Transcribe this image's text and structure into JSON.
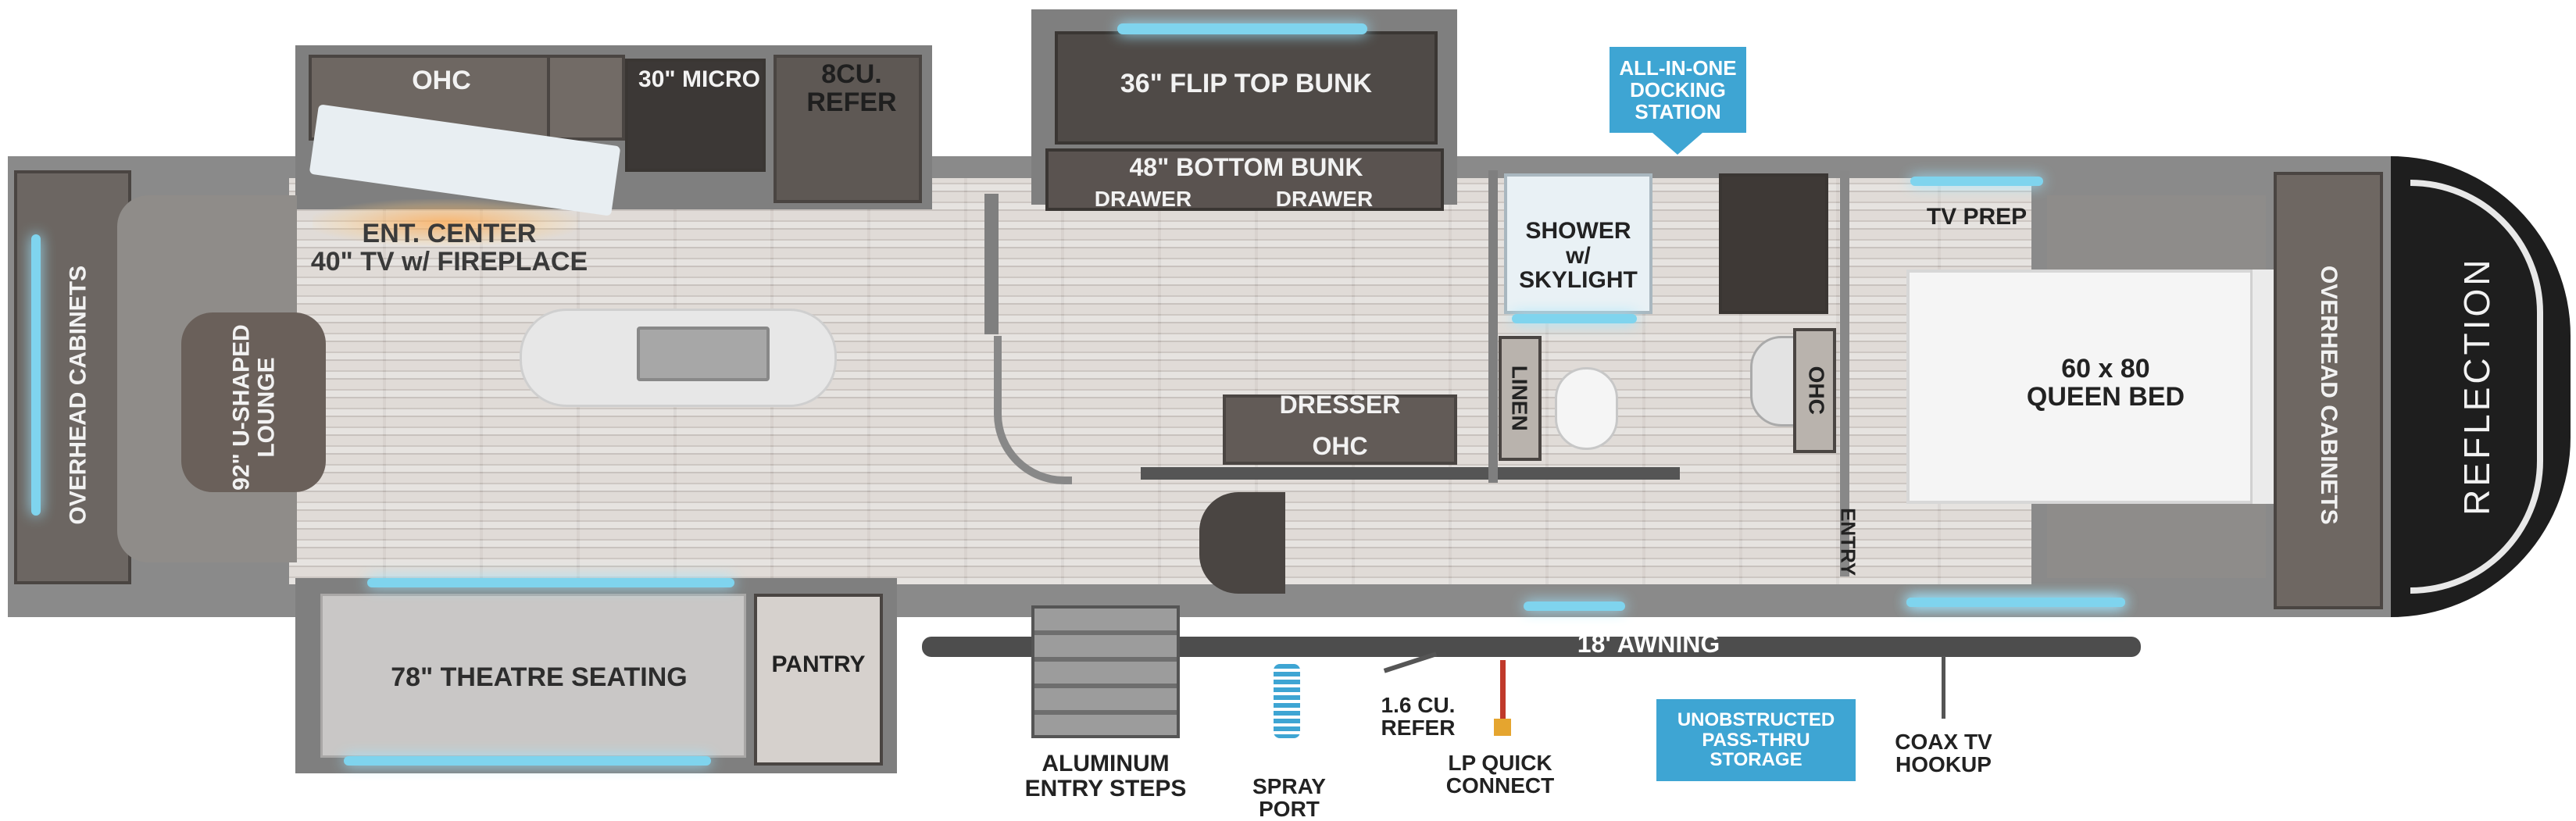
{
  "labels": {
    "ohc_kitchen": "OHC",
    "micro": "30\" MICRO",
    "refer": "8CU.\nREFER",
    "flip_bunk": "36\" FLIP TOP BUNK",
    "bottom_bunk": "48\" BOTTOM BUNK",
    "drawer_left": "DRAWER",
    "drawer_right": "DRAWER",
    "ent_center": "ENT. CENTER\n40\" TV w/ FIREPLACE",
    "overhead_left": "OVERHEAD CABINETS",
    "lounge": "92\" U-SHAPED\nLOUNGE",
    "shower": "SHOWER\nw/ SKYLIGHT",
    "linen": "LINEN",
    "ohc_bath": "OHC",
    "dresser": "DRESSER",
    "ohc_bunk": "OHC",
    "tv_prep": "TV PREP",
    "queen_bed": "60 x 80\nQUEEN BED",
    "overhead_right": "OVERHEAD CABINETS",
    "brand": "REFLECTION",
    "entry": "ENTRY",
    "theatre": "78\" THEATRE SEATING",
    "pantry": "PANTRY",
    "awning": "18' AWNING",
    "steps": "ALUMINUM\nENTRY STEPS",
    "spray": "SPRAY\nPORT",
    "refer_small": "1.6 CU.\nREFER",
    "lp": "LP QUICK\nCONNECT",
    "coax": "COAX TV\nHOOKUP"
  },
  "callouts": {
    "docking": "ALL-IN-ONE\nDOCKING\nSTATION",
    "storage": "UNOBSTRUCTED\nPASS-THRU\nSTORAGE"
  },
  "colors": {
    "callout": "#3ea5d3",
    "light": "#7fd4ee",
    "wall": "#7f7f7f"
  }
}
